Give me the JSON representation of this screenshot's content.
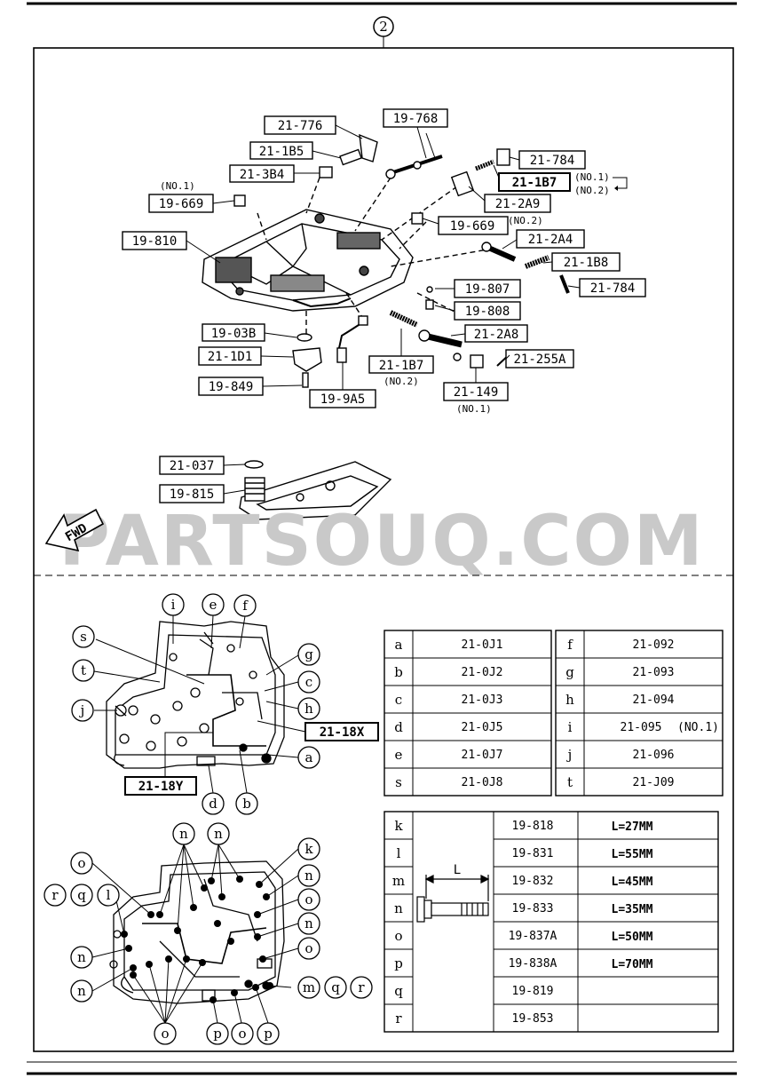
{
  "section_number": "2",
  "watermark": "PARTSOUQ.COM",
  "fwd_label": "FWD",
  "upper_parts": [
    {
      "id": "p1",
      "code": "21-776"
    },
    {
      "id": "p2",
      "code": "19-768"
    },
    {
      "id": "p3",
      "code": "21-1B5"
    },
    {
      "id": "p4",
      "code": "21-3B4"
    },
    {
      "id": "p5",
      "code": "21-784"
    },
    {
      "id": "p6",
      "code": "21-1B7"
    },
    {
      "id": "p7",
      "code": "19-669"
    },
    {
      "id": "p8",
      "code": "21-2A9"
    },
    {
      "id": "p9",
      "code": "19-669"
    },
    {
      "id": "p10",
      "code": "19-810"
    },
    {
      "id": "p11",
      "code": "21-2A4"
    },
    {
      "id": "p12",
      "code": "21-1B8"
    },
    {
      "id": "p13",
      "code": "21-784"
    },
    {
      "id": "p14",
      "code": "19-807"
    },
    {
      "id": "p15",
      "code": "19-808"
    },
    {
      "id": "p16",
      "code": "19-03B"
    },
    {
      "id": "p17",
      "code": "21-2A8"
    },
    {
      "id": "p18",
      "code": "21-1D1"
    },
    {
      "id": "p19",
      "code": "21-255A"
    },
    {
      "id": "p20",
      "code": "21-1B7"
    },
    {
      "id": "p21",
      "code": "19-849"
    },
    {
      "id": "p22",
      "code": "21-149"
    },
    {
      "id": "p23",
      "code": "19-9A5"
    },
    {
      "id": "p24",
      "code": "21-037"
    },
    {
      "id": "p25",
      "code": "19-815"
    }
  ],
  "upper_notes": {
    "no1_top": "(NO.1)",
    "no1_right": "(NO.1)",
    "no2_right": "(NO.2)",
    "no2_mid": "(NO.2)",
    "no2_bottom": "(NO.2)",
    "no1_bottom": "(NO.1)"
  },
  "lower_callouts": {
    "x": "21-18X",
    "y": "21-18Y"
  },
  "top_table_left": [
    {
      "letter": "a",
      "code": "21-0J1"
    },
    {
      "letter": "b",
      "code": "21-0J2"
    },
    {
      "letter": "c",
      "code": "21-0J3"
    },
    {
      "letter": "d",
      "code": "21-0J5"
    },
    {
      "letter": "e",
      "code": "21-0J7"
    },
    {
      "letter": "s",
      "code": "21-0J8"
    }
  ],
  "top_table_right": [
    {
      "letter": "f",
      "code": "21-092"
    },
    {
      "letter": "g",
      "code": "21-093"
    },
    {
      "letter": "h",
      "code": "21-094"
    },
    {
      "letter": "i",
      "code": "21-095",
      "note": "(NO.1)"
    },
    {
      "letter": "j",
      "code": "21-096"
    },
    {
      "letter": "t",
      "code": "21-J09"
    }
  ],
  "bolt_table": {
    "dim_label": "L",
    "rows": [
      {
        "letter": "k",
        "code": "19-818",
        "length": "L=27MM"
      },
      {
        "letter": "l",
        "code": "19-831",
        "length": "L=55MM"
      },
      {
        "letter": "m",
        "code": "19-832",
        "length": "L=45MM"
      },
      {
        "letter": "n",
        "code": "19-833",
        "length": "L=35MM"
      },
      {
        "letter": "o",
        "code": "19-837A",
        "length": "L=50MM"
      },
      {
        "letter": "p",
        "code": "19-838A",
        "length": "L=70MM"
      },
      {
        "letter": "q",
        "code": "19-819",
        "length": ""
      },
      {
        "letter": "r",
        "code": "19-853",
        "length": ""
      }
    ]
  },
  "diagram1_letters": {
    "i": "i",
    "e": "e",
    "f": "f",
    "s": "s",
    "g": "g",
    "t": "t",
    "c": "c",
    "j": "j",
    "h": "h",
    "a": "a",
    "d": "d",
    "b": "b"
  },
  "diagram2_letters": {
    "n1": "n",
    "n2": "n",
    "k": "k",
    "o1": "o",
    "n3": "n",
    "r": "r",
    "q": "q",
    "l": "l",
    "o2": "o",
    "n4": "n",
    "o3": "o",
    "n5": "n",
    "n6": "n",
    "m": "m",
    "q2": "q",
    "r2": "r",
    "o4": "o",
    "p1": "p",
    "o5": "o",
    "p2": "p"
  }
}
